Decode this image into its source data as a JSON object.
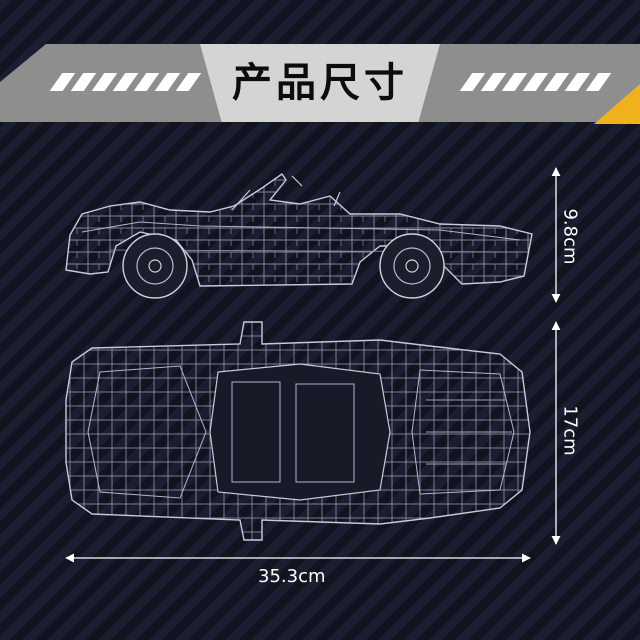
{
  "header": {
    "title": "产品尺寸",
    "accent_color": "#f0b21a"
  },
  "dimensions": {
    "height_label": "9.8cm",
    "depth_label": "17cm",
    "width_label": "35.3cm"
  },
  "views": {
    "side_view_icon": "car-side-blueprint",
    "top_view_icon": "car-top-blueprint"
  }
}
